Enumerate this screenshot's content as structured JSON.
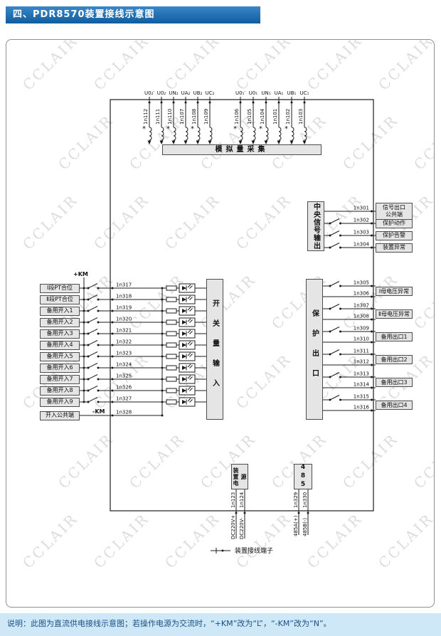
{
  "page": {
    "title": "四、PDR8570装置接线示意图",
    "note": "说明：此图为直流供电接线示意图；若操作电源为交流时，“+KM”改为“L”，“-KM”改为“N”。",
    "watermark": "CCLAIR"
  },
  "analog": {
    "box_label": "模拟量采集",
    "polarity_mark": "*",
    "channels": [
      {
        "terminal": "1n112",
        "signal": "U0₂′"
      },
      {
        "terminal": "1n111",
        "signal": "U0₂"
      },
      {
        "terminal": "1n110",
        "signal": "UN₂"
      },
      {
        "terminal": "1n107",
        "signal": "UA₂"
      },
      {
        "terminal": "1n108",
        "signal": "UB₂"
      },
      {
        "terminal": "1n109",
        "signal": "UC₂"
      },
      {
        "terminal": "1n106",
        "signal": "U0₁′"
      },
      {
        "terminal": "1n105",
        "signal": "U0₁"
      },
      {
        "terminal": "1n104",
        "signal": "UN₁"
      },
      {
        "terminal": "1n101",
        "signal": "UA₁"
      },
      {
        "terminal": "1n102",
        "signal": "UB₁"
      },
      {
        "terminal": "1n103",
        "signal": "UC₁"
      }
    ]
  },
  "central_signal": {
    "box_label": "中央信号输出",
    "rows": [
      {
        "terminal": "1n301",
        "label": "信号出口\n公共端",
        "contact": false
      },
      {
        "terminal": "1n302",
        "label": "保护动作",
        "contact": true
      },
      {
        "terminal": "1n303",
        "label": "保护告警",
        "contact": true
      },
      {
        "terminal": "1n304",
        "label": "装置异常",
        "contact": true
      }
    ]
  },
  "protection": {
    "box_label": "保护出口",
    "pairs": [
      {
        "terminals": [
          "1n305",
          "1n306"
        ],
        "label": "Ⅰ母电压异常"
      },
      {
        "terminals": [
          "1n307",
          "1n308"
        ],
        "label": "Ⅱ母电压异常"
      },
      {
        "terminals": [
          "1n309",
          "1n310"
        ],
        "label": "备用出口1"
      },
      {
        "terminals": [
          "1n311",
          "1n312"
        ],
        "label": "备用出口2"
      },
      {
        "terminals": [
          "1n313",
          "1n314"
        ],
        "label": "备用出口3"
      },
      {
        "terminals": [
          "1n315",
          "1n316"
        ],
        "label": "备用出口4"
      }
    ]
  },
  "inputs": {
    "box_label": "开关量输入",
    "plus_bus": "+KM",
    "minus_bus": "-KM",
    "rows": [
      {
        "terminal": "1n317",
        "label": "Ⅰ段PT合位"
      },
      {
        "terminal": "1n318",
        "label": "Ⅱ段PT合位"
      },
      {
        "terminal": "1n319",
        "label": "备用开入1"
      },
      {
        "terminal": "1n320",
        "label": "备用开入2"
      },
      {
        "terminal": "1n321",
        "label": "备用开入3"
      },
      {
        "terminal": "1n322",
        "label": "备用开入4"
      },
      {
        "terminal": "1n323",
        "label": "备用开入5"
      },
      {
        "terminal": "1n324",
        "label": "备用开入6"
      },
      {
        "terminal": "1n325",
        "label": "备用开入7"
      },
      {
        "terminal": "1n326",
        "label": "备用开入8"
      },
      {
        "terminal": "1n327",
        "label": "备用开入9"
      }
    ],
    "common": {
      "terminal": "1n328",
      "label": "开入公共端"
    }
  },
  "power": {
    "box_label": "装置电源",
    "terminals": [
      {
        "terminal": "1n123",
        "signal": "DC220V+"
      },
      {
        "terminal": "1n124",
        "signal": "DC220V-"
      }
    ]
  },
  "comm": {
    "box_label": "485",
    "terminals": [
      {
        "terminal": "1n329",
        "signal": "485A(+)"
      },
      {
        "terminal": "1n330",
        "signal": "485B(-)"
      }
    ]
  },
  "legend": {
    "label": "装置接线端子"
  }
}
